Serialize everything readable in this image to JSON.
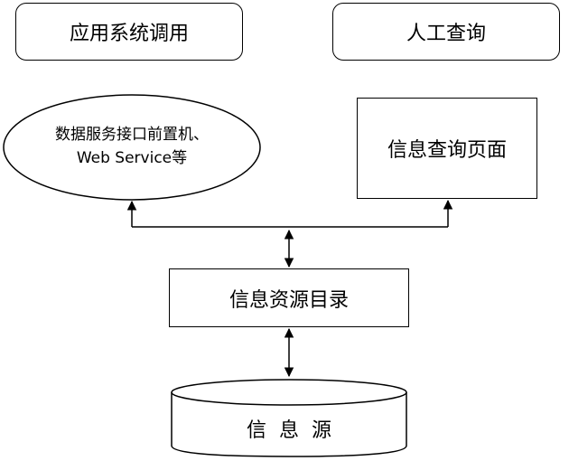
{
  "nodes": {
    "app_call": "应用系统调用",
    "manual_query": "人工查询",
    "data_service": "数据服务接口前置机、\nWeb Service等",
    "info_query_page": "信息查询页面",
    "info_catalog": "信息资源目录",
    "info_source": "信息源"
  }
}
